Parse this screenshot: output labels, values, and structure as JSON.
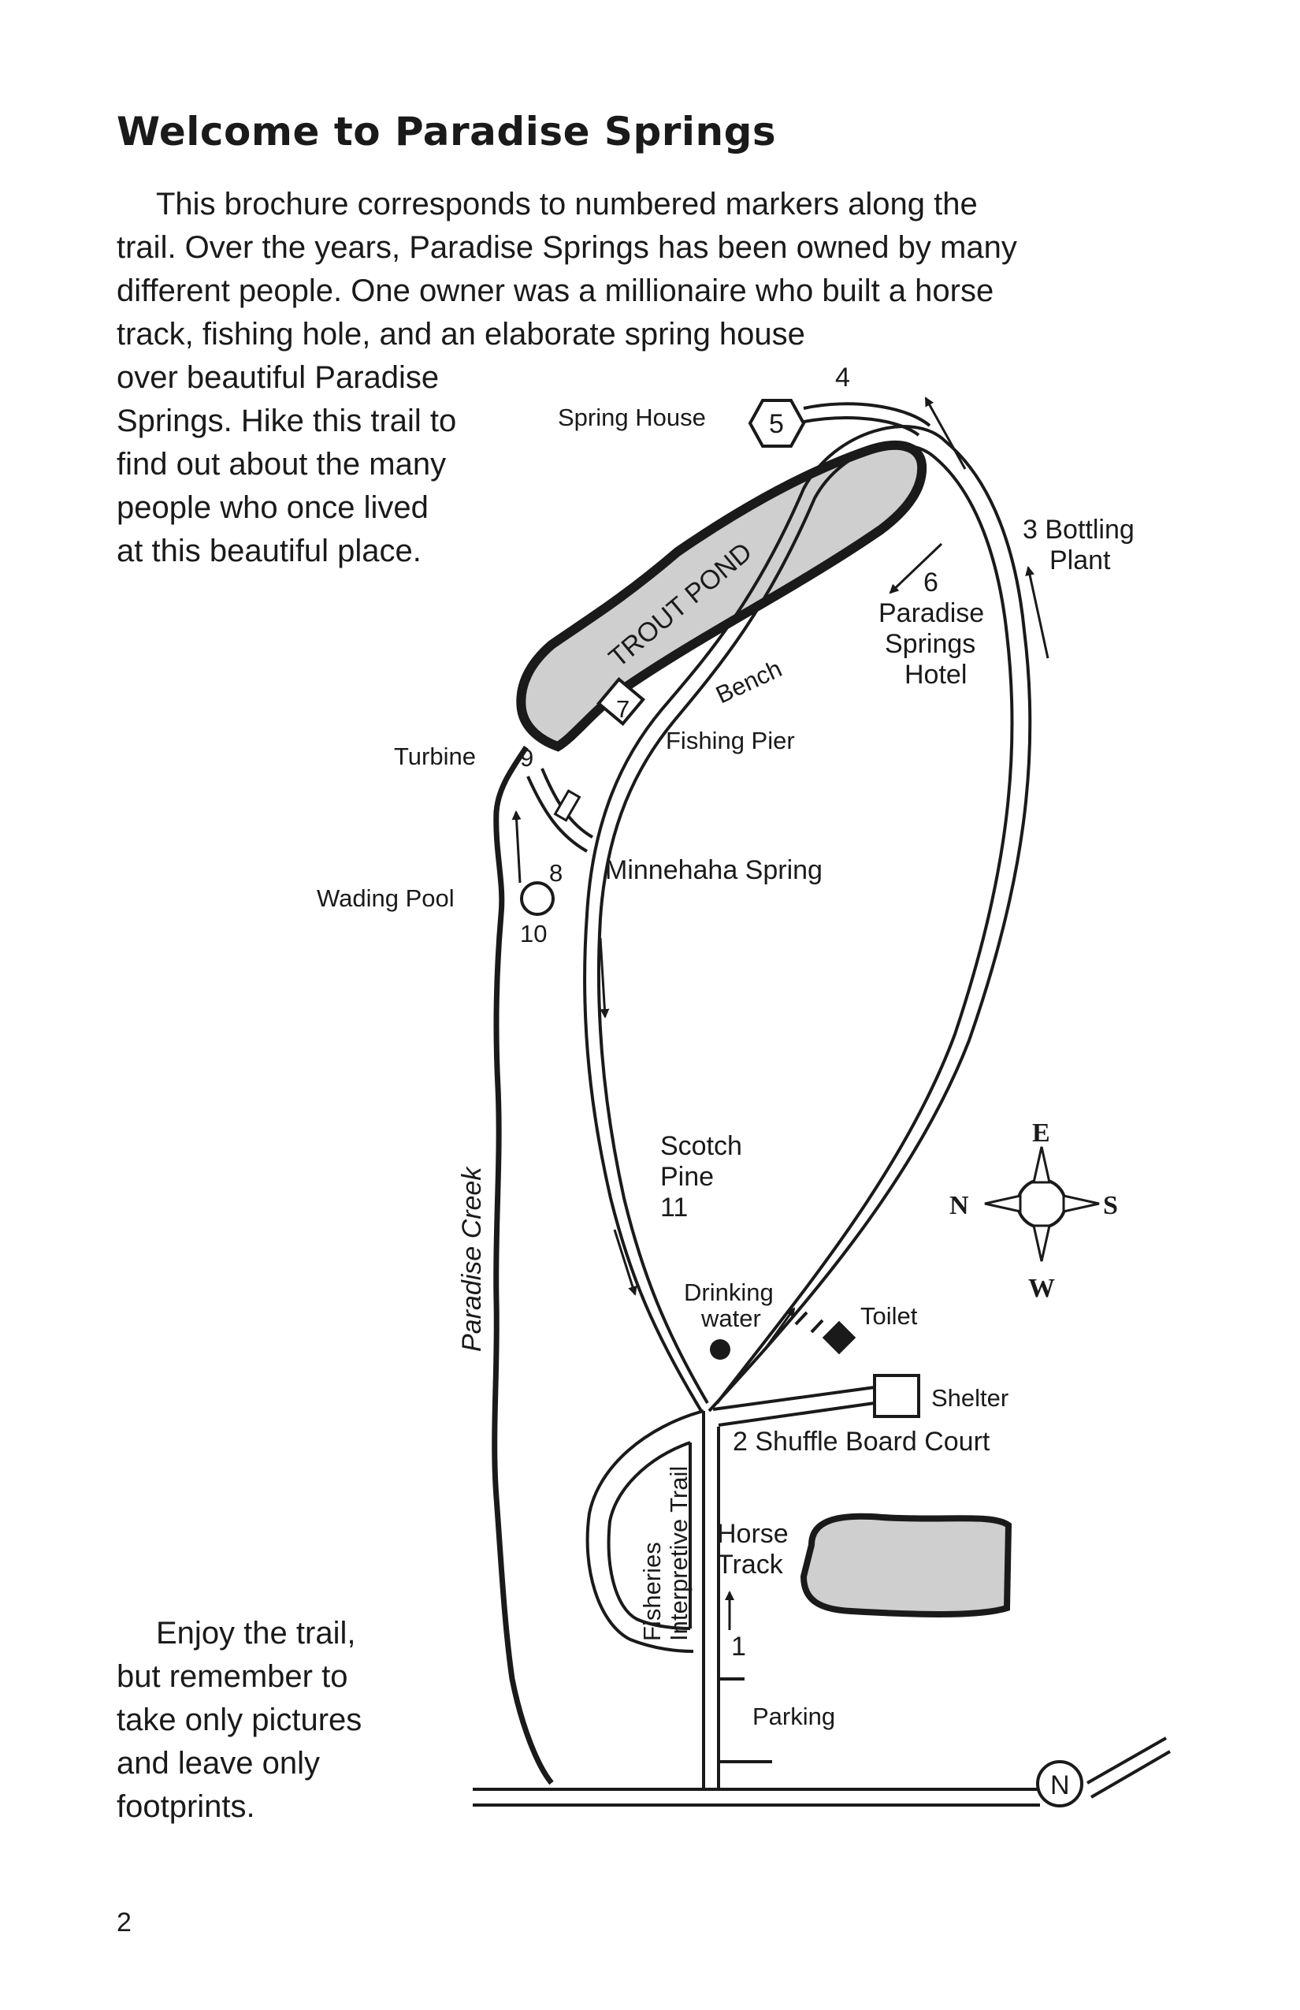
{
  "page": {
    "title": "Welcome to Paradise Springs",
    "intro_lines": [
      "This brochure corresponds to numbered markers along the",
      "trail. Over the years, Paradise Springs has been owned by many",
      "different people. One owner was a millionaire who built a horse",
      "track, fishing hole, and an elaborate spring house",
      "over beautiful Paradise",
      "Springs. Hike this trail to",
      "find out about the many",
      "people who once lived",
      "at this beautiful place."
    ],
    "outro_lines": [
      "Enjoy the trail,",
      "but remember to",
      "take only pictures",
      "and leave only",
      "footprints."
    ],
    "page_number": "2"
  },
  "map": {
    "labels": {
      "spring_house": "Spring House",
      "marker_4": "4",
      "marker_5": "5",
      "bottling_plant_1": "3 Bottling",
      "bottling_plant_2": "Plant",
      "trout_pond": "TROUT POND",
      "hotel_num": "6",
      "hotel_1": "Paradise",
      "hotel_2": "Springs",
      "hotel_3": "Hotel",
      "bench": "Bench",
      "marker_7": "7",
      "fishing_pier": "Fishing Pier",
      "turbine": "Turbine",
      "marker_9": "9",
      "marker_8": "8",
      "minnehaha_spring": "Minnehaha Spring",
      "wading_pool": "Wading Pool",
      "marker_10": "10",
      "paradise_creek": "Paradise Creek",
      "scotch_1": "Scotch",
      "scotch_2": "Pine",
      "scotch_3": "11",
      "drinking_1": "Drinking",
      "drinking_2": "water",
      "toilet": "Toilet",
      "shelter": "Shelter",
      "shuffle_board": "2  Shuffle Board Court",
      "fisheries_1": "Fisheries",
      "fisheries_2": "Interpretive Trail",
      "horse_1": "Horse",
      "horse_2": "Track",
      "marker_1": "1",
      "parking": "Parking",
      "north_circle": "N"
    },
    "compass": {
      "top": "E",
      "left": "N",
      "right": "S",
      "bottom": "W"
    },
    "colors": {
      "pond": "#cfcfcf",
      "line": "#1a1a1a"
    }
  }
}
